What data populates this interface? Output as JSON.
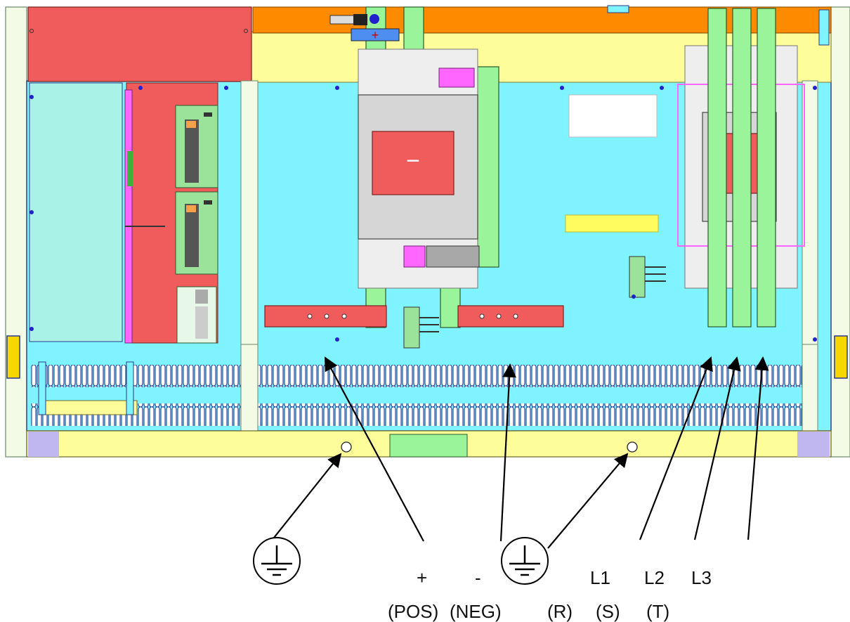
{
  "terminal_labels": {
    "pos_symbol": "+",
    "pos_name": "(POS)",
    "neg_symbol": "-",
    "neg_name": "(NEG)",
    "l1": "L1",
    "l1_phase": "(R)",
    "l2": "L2",
    "l2_phase": "(S)",
    "l3": "L3",
    "l3_phase": "(T)"
  },
  "icons": {
    "ground_left": "ground-symbol-icon",
    "ground_right": "ground-symbol-icon"
  },
  "switch_marks": {
    "dc_breaker": "−",
    "ac_breaker": "−",
    "dc_busbar_top": "+"
  },
  "colors": {
    "panel_cyan": "#7ff3ff",
    "frame_yellow": "#fdfd9a",
    "top_orange": "#fe8a00",
    "breaker_red": "#f05c5c",
    "busbar_green": "#9af59a",
    "breaker_body_gray": "#d6d6d6",
    "pcb_green": "#9be29b",
    "magenta": "#ff66ff",
    "left_panel_teal": "#a8f2e8"
  }
}
